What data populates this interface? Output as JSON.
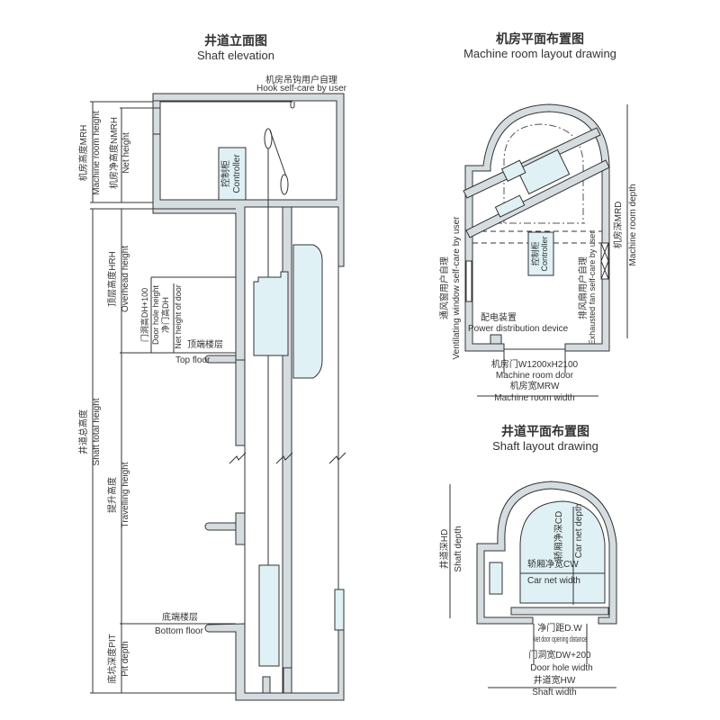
{
  "shaft_elevation": {
    "title_cn": "井道立面图",
    "title_en": "Shaft elevation",
    "hook_cn": "机房吊钩用户自理",
    "hook_en": "Hook self-care by user",
    "controller_cn": "控制柜",
    "controller_en": "Controller",
    "mrh_cn": "机房高度MRH",
    "mrh_en": "Machine room height",
    "nmrh_cn": "机房净高度NMRH",
    "nmrh_en": "Net height",
    "hrh_cn": "顶层高度HRH",
    "hrh_en": "Overhead height",
    "dh_cn": "门洞高DH+100",
    "dh_en": "Door hole height",
    "ndh_cn": "净门高DH",
    "ndh_en": "Net height of door",
    "top_floor_cn": "顶端楼层",
    "top_floor_en": "Top floor",
    "total_cn": "井道总高度",
    "total_en": "Shaft total height",
    "travel_cn": "提升高度",
    "travel_en": "Travelling height",
    "bottom_floor_cn": "底端楼层",
    "bottom_floor_en": "Bottom floor",
    "pit_cn": "底坑深度PIT",
    "pit_en": "Pit depth"
  },
  "machine_room": {
    "title_cn": "机房平面布置图",
    "title_en": "Machine room layout drawing",
    "controller_cn": "控制柜",
    "controller_en": "Controller",
    "window_cn": "通风窗用户自理",
    "window_en": "Ventilating window self-care by user",
    "fan_cn": "排风扇用户自理",
    "fan_en": "Exhausted fan self-care by user",
    "power_cn": "配电装置",
    "power_en": "Power distribution device",
    "mrd_cn": "机房深MRD",
    "mrd_en": "Machine room depth",
    "door_cn": "机房门W1200xH2100",
    "door_en": "Machine room door",
    "mrw_cn": "机房宽MRW",
    "mrw_en": "Machine room width"
  },
  "shaft_layout": {
    "title_cn": "井道平面布置图",
    "title_en": "Shaft layout drawing",
    "hd_cn": "井道深HD",
    "hd_en": "Shaft depth",
    "cd_cn": "轿厢净深CD",
    "cd_en": "Car net depth",
    "cw_cn": "轿厢净宽CW",
    "cw_en": "Car net width",
    "dw_cn": "净门距D.W",
    "dw_en": "Net door opening distance",
    "dhw_cn": "门洞宽DW+200",
    "dhw_en": "Door hole width",
    "hw_cn": "井道宽HW",
    "hw_en": "Shaft width"
  }
}
